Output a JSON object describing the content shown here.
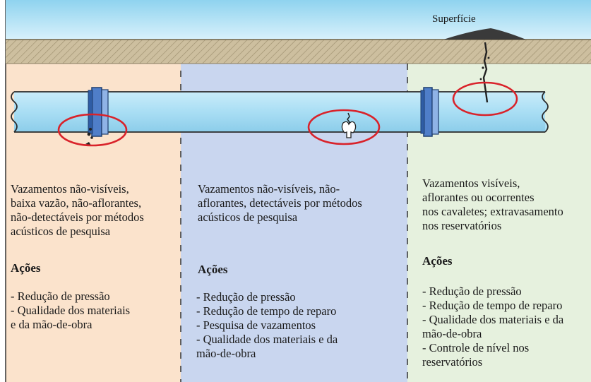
{
  "surface_label": "Superfície",
  "zones": [
    {
      "description": "Vazamentos não-visíveis,\nbaixa vazão, não-aflorantes,\nnão-detectáveis por métodos\nacústicos de pesquisa",
      "actions_title": "Ações",
      "actions": "- Redução de pressão\n- Qualidade dos materiais\n   e da mão-de-obra",
      "color": "#fbe3cc"
    },
    {
      "description": "Vazamentos não-visíveis, não-\naflorantes, detectáveis por métodos\nacústicos de pesquisa",
      "actions_title": "Ações",
      "actions": "- Redução de pressão\n- Redução de tempo de reparo\n- Pesquisa de vazamentos\n- Qualidade dos materiais e da\n   mão-de-obra",
      "color": "#c9d6ef"
    },
    {
      "description": "Vazamentos visíveis,\naflorantes ou ocorrentes\nnos cavaletes; extravasamento\nnos reservatórios",
      "actions_title": "Ações",
      "actions": "- Redução de pressão\n- Redução de tempo de reparo\n- Qualidade dos materiais e da\n   mão-de-obra\n- Controle de nível nos\n   reservatórios",
      "color": "#e6f1de"
    }
  ],
  "colors": {
    "sky": "#a5dcf2",
    "soil": "#cdbf9f",
    "pipe": "#aee1f6",
    "joint": "#4f7ec9",
    "marker": "#d9222a"
  }
}
